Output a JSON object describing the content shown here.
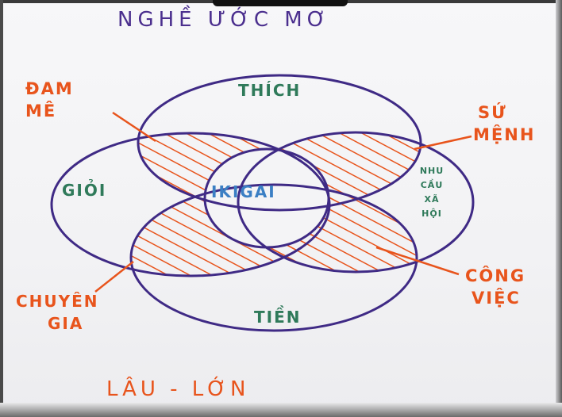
{
  "title": "NGHỀ ƯỚC MƠ",
  "circles": {
    "top": "THÍCH",
    "left": "GIỎI",
    "right": [
      "NHU",
      "CẦU",
      "XÃ",
      "HỘI"
    ],
    "bottom": "TIỀN"
  },
  "center": "IKIGAI",
  "overlaps": {
    "passion": [
      "ĐAM",
      "MÊ"
    ],
    "mission": [
      "SỨ",
      "MỆNH"
    ],
    "profession": [
      "CHUYÊN",
      "GIA"
    ],
    "vocation": [
      "CÔNG",
      "VIỆC"
    ]
  },
  "footer": "LÂU - LỚN",
  "colors": {
    "circle_stroke": "#3f2a85",
    "title": "#4b2f8e",
    "circle_labels": "#2f7a5a",
    "overlap_labels": "#e8541c",
    "hatch": "#e8541c",
    "center": "#3b7fc4"
  }
}
